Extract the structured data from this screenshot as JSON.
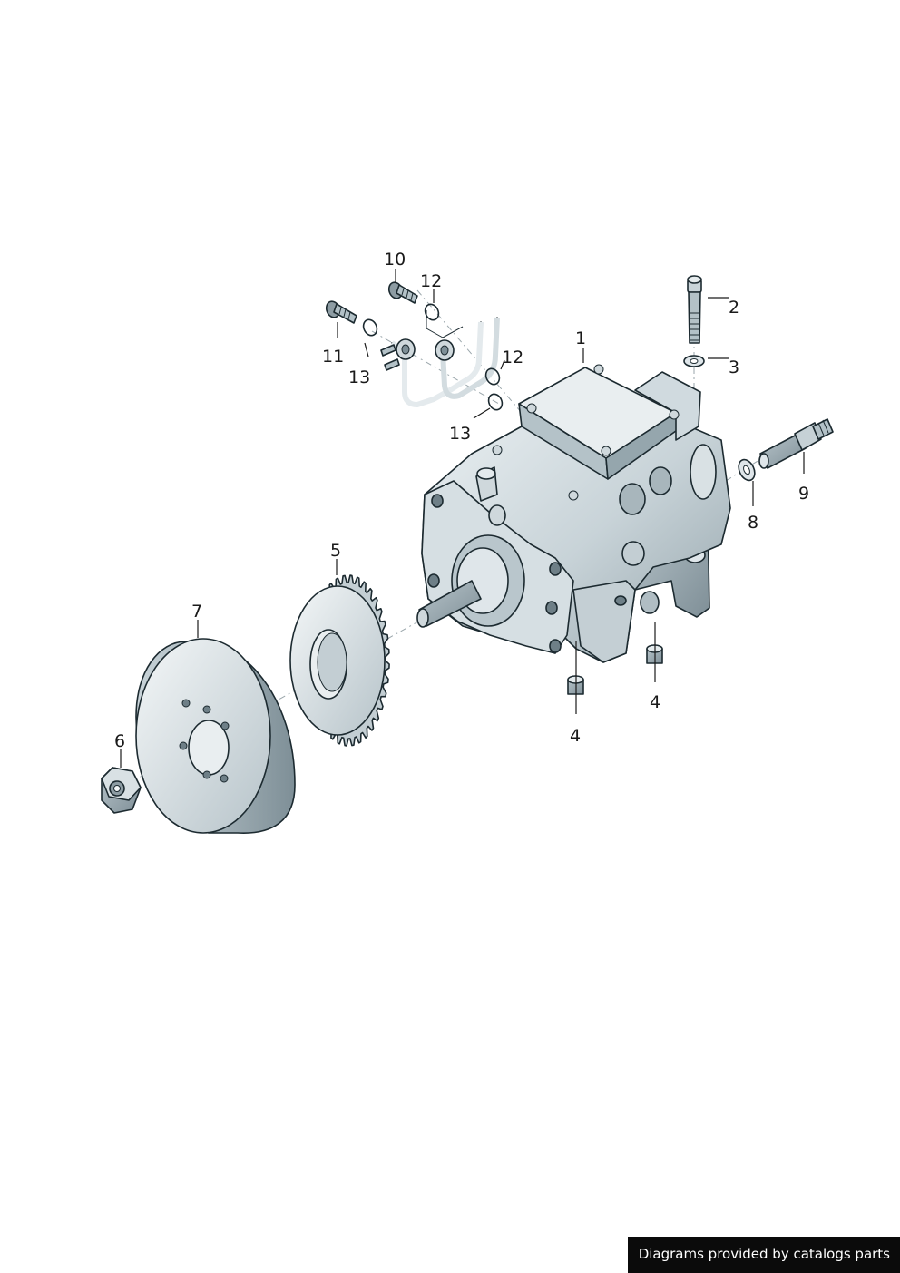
{
  "colors": {
    "body_light": "#dfe6ea",
    "body_mid": "#b9c6cc",
    "body_dark": "#8d9ca3",
    "outline": "#1c2a30",
    "credit_bg": "#0b0b0b",
    "credit_text": "#ffffff"
  },
  "callouts": {
    "c1": "1",
    "c2": "2",
    "c3": "3",
    "c4a": "4",
    "c4b": "4",
    "c5": "5",
    "c6": "6",
    "c7": "7",
    "c8": "8",
    "c9": "9",
    "c10": "10",
    "c11": "11",
    "c12a": "12",
    "c12b": "12",
    "c13a": "13",
    "c13b": "13"
  },
  "credit": "Diagrams provided by catalogs parts"
}
